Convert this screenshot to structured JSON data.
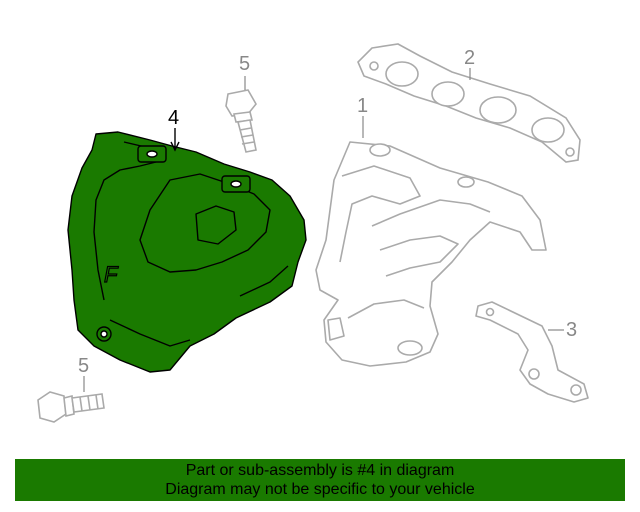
{
  "colors": {
    "highlight_fill": "#1a7a00",
    "outline_muted": "#aaaaaa",
    "label_muted": "#888888",
    "banner_bg": "#1a7a00"
  },
  "callouts": [
    {
      "id": "1",
      "text": "1",
      "active": false
    },
    {
      "id": "2",
      "text": "2",
      "active": false
    },
    {
      "id": "3",
      "text": "3",
      "active": false
    },
    {
      "id": "4",
      "text": "4",
      "active": true
    },
    {
      "id": "5a",
      "text": "5",
      "active": false
    },
    {
      "id": "5b",
      "text": "5",
      "active": false
    }
  ],
  "part_marking": "F",
  "banner": {
    "line1": "Part or sub-assembly is #4 in diagram",
    "line2": "Diagram may not be specific to your vehicle"
  }
}
